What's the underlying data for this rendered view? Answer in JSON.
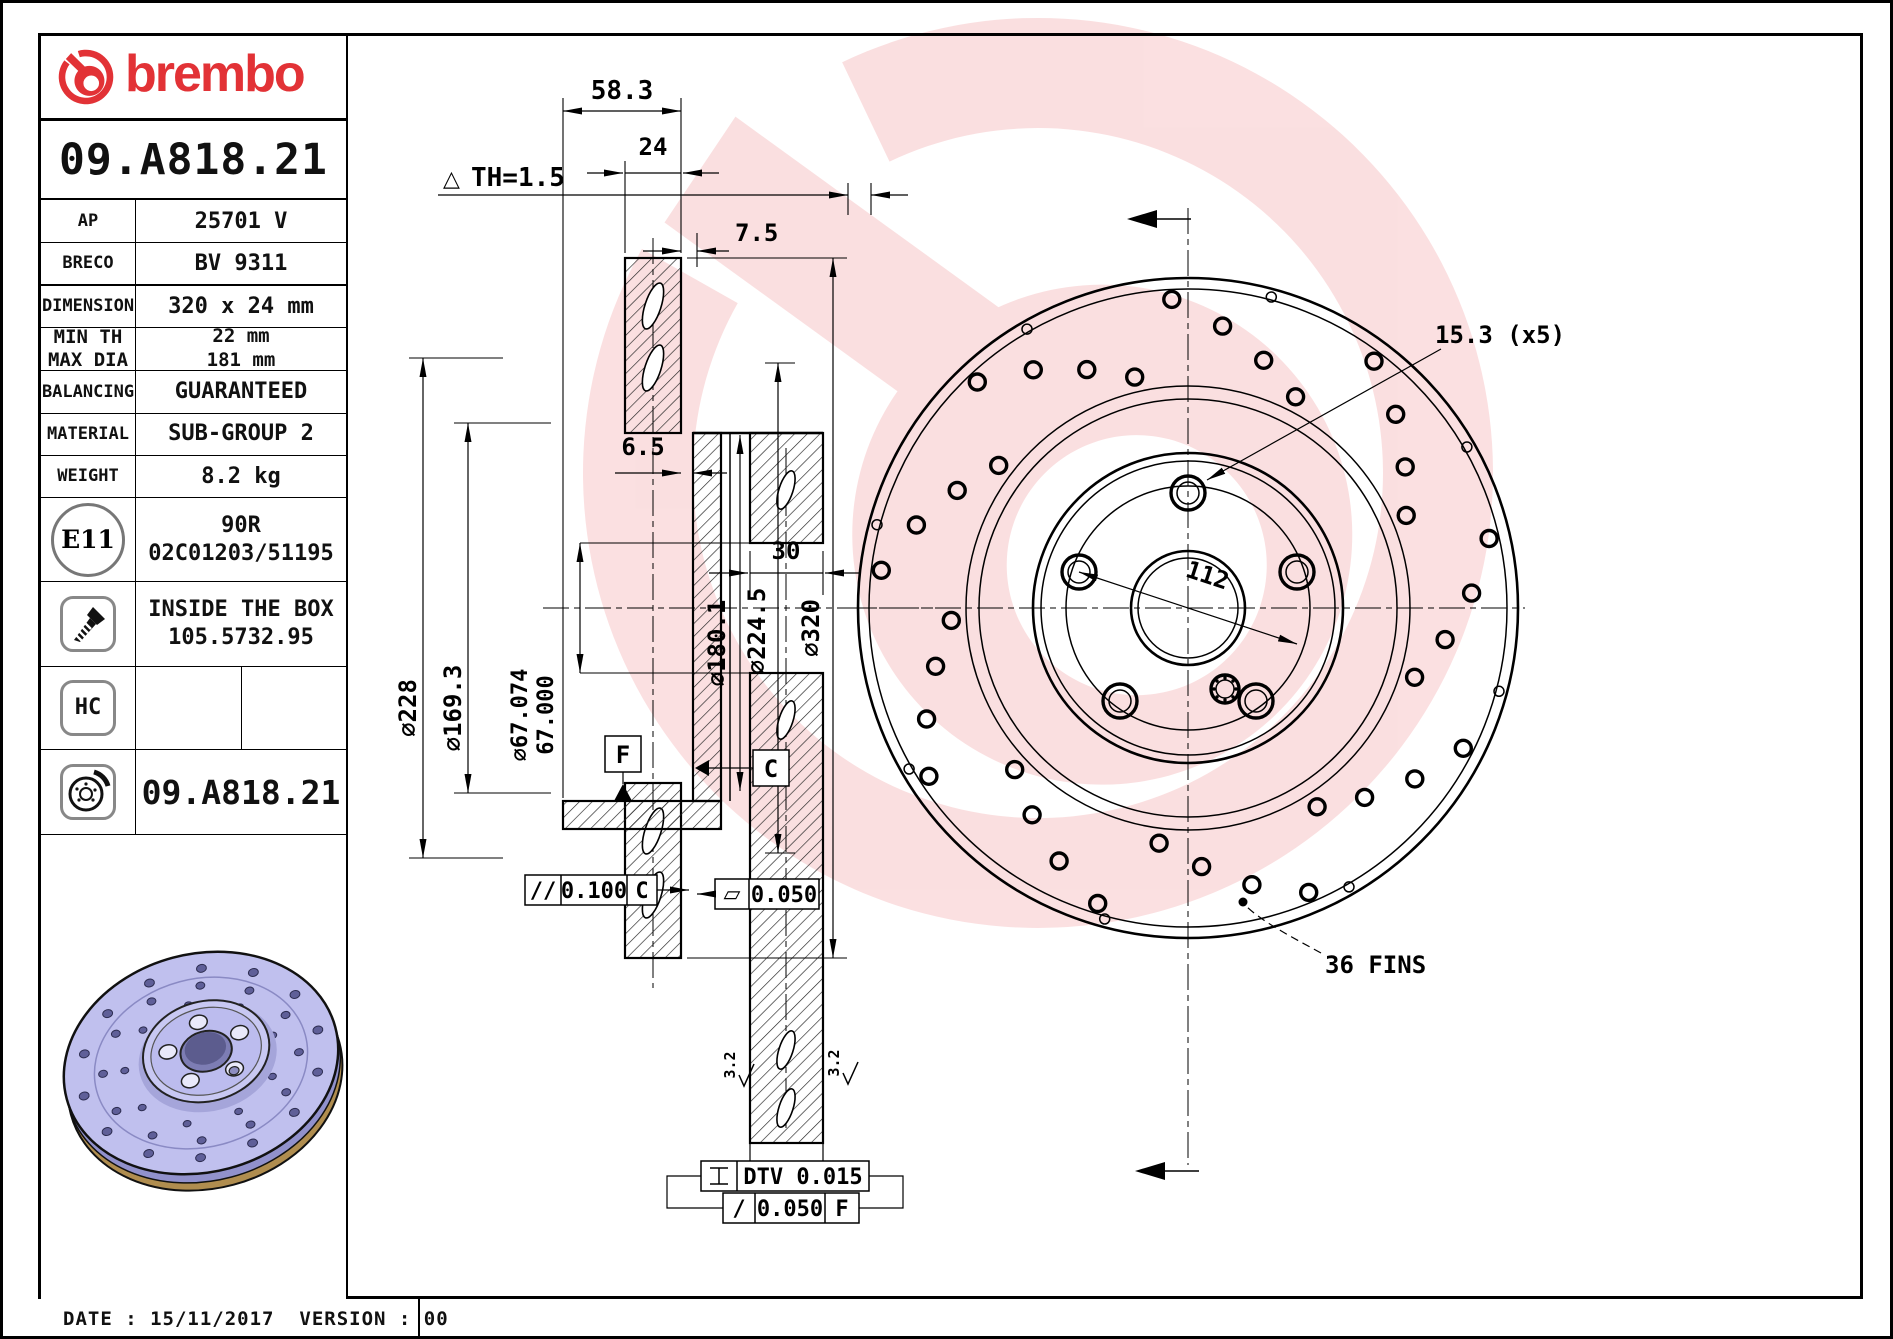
{
  "brand": {
    "name": "brembo"
  },
  "header": {
    "part_number": "09.A818.21"
  },
  "spec": {
    "ap": {
      "label": "AP",
      "value": "25701 V"
    },
    "breco": {
      "label": "BRECO",
      "value": "BV 9311"
    },
    "dimension": {
      "label": "DIMENSION",
      "value": "320 x 24 mm"
    },
    "minth": {
      "label": "MIN TH",
      "value": "22 mm"
    },
    "maxdia": {
      "label": "MAX DIA",
      "value": "181 mm"
    },
    "balancing": {
      "label": "BALANCING",
      "value": "GUARANTEED"
    },
    "material": {
      "label": "MATERIAL",
      "value": "SUB-GROUP 2"
    },
    "weight": {
      "label": "WEIGHT",
      "value": "8.2 kg"
    }
  },
  "approval": {
    "badge": "E11",
    "line1": "90R",
    "line2": "02C01203/51195"
  },
  "inside_box": {
    "line1": "INSIDE THE BOX",
    "line2": "105.5732.95"
  },
  "hc": {
    "label": "HC"
  },
  "boxed_part": {
    "value": "09.A818.21"
  },
  "footer": {
    "date_label": "DATE :",
    "date": "15/11/2017",
    "version_label": "VERSION :",
    "version": "00"
  },
  "section": {
    "dim_overall_width": "58.3",
    "dim_disc_thickness": "24",
    "min_th_prefix": "△",
    "min_th_note": "TH=1.5",
    "dim_pad_offset": "7.5",
    "dim_hat_gap": "6.5",
    "dim_hat_depth": "30",
    "dia_228": "∅228",
    "dia_169": "∅169.3",
    "dia_67_hi": "∅67.074",
    "dia_67_lo": "67.000",
    "dia_180": "∅180.1",
    "dia_224": "∅224.5",
    "dia_320": "∅320",
    "datum_f": "F",
    "datum_c": "C",
    "tol_parallelism": {
      "symbol": "//",
      "value": "0.100",
      "datum": "C"
    },
    "tol_flatness": {
      "symbol": "▱",
      "value": "0.050"
    },
    "tol_dtv": {
      "value": "DTV 0.015"
    },
    "tol_runout": {
      "symbol": "/",
      "value": "0.050",
      "datum": "F"
    },
    "roughness_left": "3.2",
    "roughness_right": "3.2"
  },
  "front": {
    "bolt_circle": "112",
    "hole_spec": "15.3 (x5)",
    "fins": "36 FINS"
  },
  "colors": {
    "brand_red": "#e23236",
    "watermark_red": "#e23236"
  }
}
